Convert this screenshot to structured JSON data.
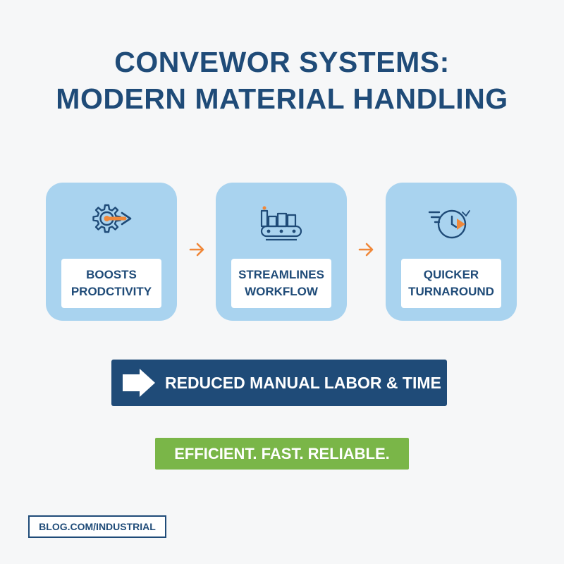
{
  "title": {
    "line1": "CONVEWOR SYSTEMS:",
    "line2": "MODERN MATERIAL HANDLING"
  },
  "cards": [
    {
      "icon": "gear-arrow-icon",
      "line1": "BOOSTS",
      "line2": "PRODCTIVITY"
    },
    {
      "icon": "conveyor-belt-icon",
      "line1": "STREAMLINES",
      "line2": "WORKFLOW"
    },
    {
      "icon": "fast-clock-icon",
      "line1": "QUICKER",
      "line2": "TURNAROUND"
    }
  ],
  "banner": {
    "icon": "right-arrow-icon",
    "text": "REDUCED MANUAL LABOR & TIME"
  },
  "tagline": "EFFICIENT. FAST. RELIABLE.",
  "footer": {
    "url": "BLOG.COM/INDUSTRIAL"
  },
  "colors": {
    "navy": "#1f4b78",
    "card_blue": "#a9d3ef",
    "accent_orange": "#f0883a",
    "green": "#7ab648",
    "background": "#f6f7f8"
  }
}
